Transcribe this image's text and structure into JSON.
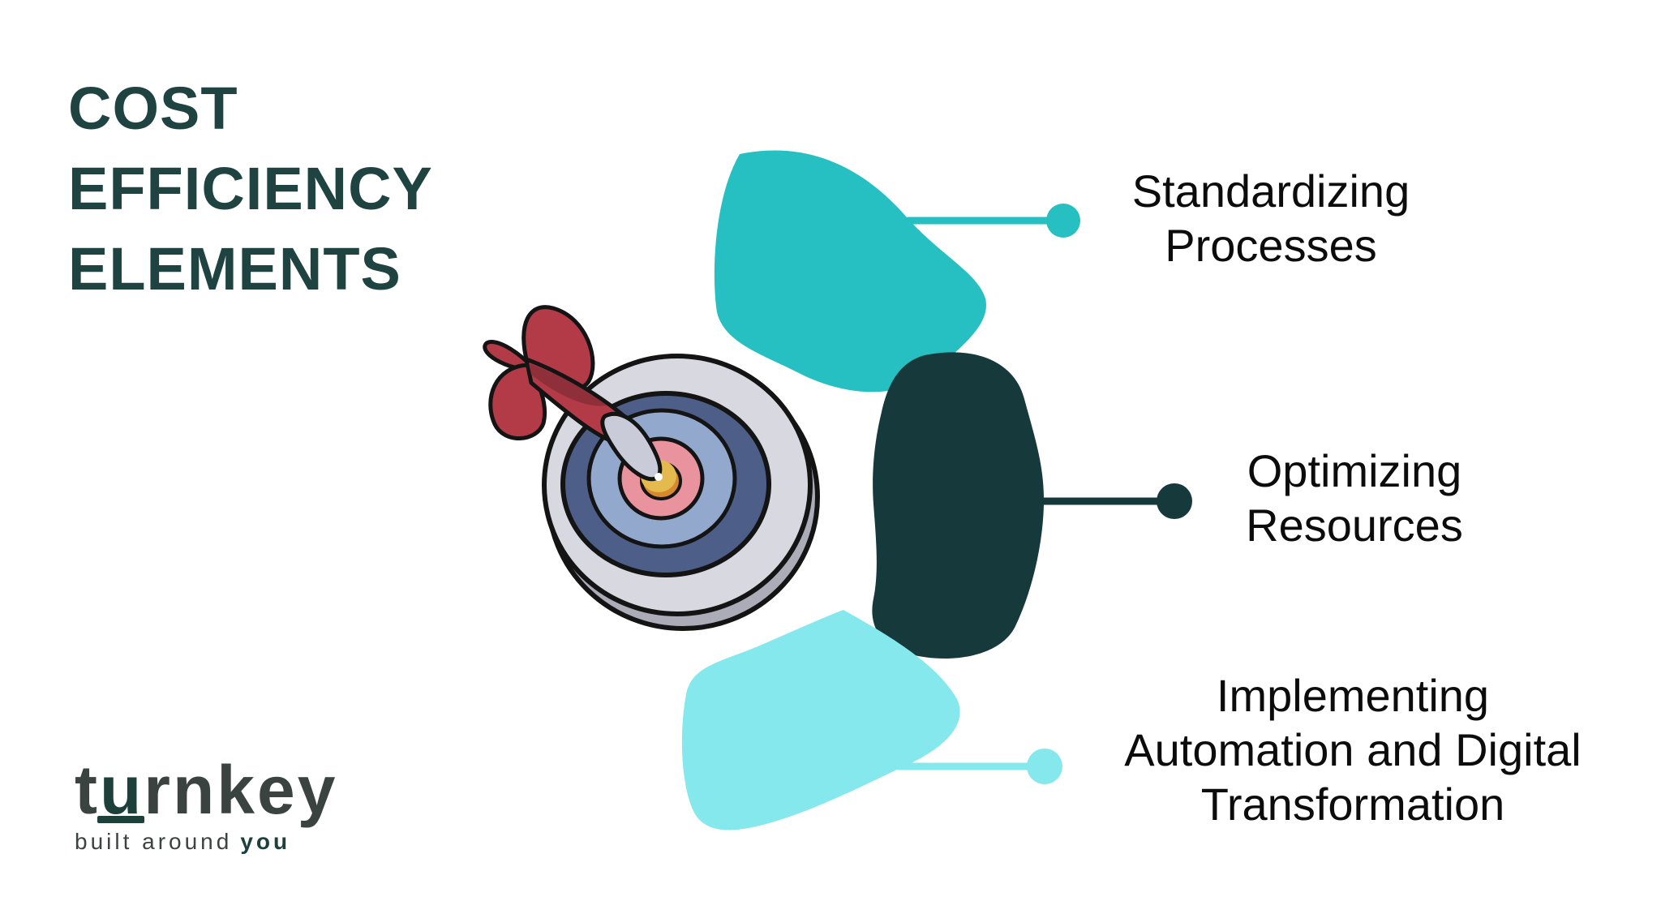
{
  "title": {
    "text": "COST EFFICIENCY ELEMENTS",
    "lines": [
      "COST",
      "EFFICIENCY",
      "ELEMENTS"
    ],
    "color": "#1f4341"
  },
  "items": [
    {
      "label": "Standardizing Processes",
      "lines": [
        "Standardizing",
        "Processes"
      ],
      "accent_color": "#26bfc2"
    },
    {
      "label": "Optimizing Resources",
      "lines": [
        "Optimizing",
        "Resources"
      ],
      "accent_color": "#16393b"
    },
    {
      "label": "Implementing Automation and Digital Transformation",
      "lines": [
        "Implementing",
        "Automation and Digital",
        "Transformation"
      ],
      "accent_color": "#84e8ec"
    }
  ],
  "illustration": {
    "name": "dart-hitting-bullseye-target",
    "colors": {
      "board_face": "#d8d8e0",
      "board_edge": "#acacb8",
      "ring_dark_blue": "#4d5f88",
      "ring_light_blue": "#93a8cd",
      "ring_pink": "#e9939e",
      "bullseye_yellow": "#e4ba4e",
      "bullseye_orange": "#d8892d",
      "dart_red": "#b23b47",
      "dart_red_shadow": "#8e2f3a",
      "dart_metal": "#c9cbd8",
      "outline": "#141414"
    }
  },
  "logo": {
    "brand": "turnkey",
    "brand_parts": [
      "t",
      "u",
      "rnkey"
    ],
    "tagline_prefix": "built around",
    "tagline_emphasis": "you",
    "charcoal": "#3b4340",
    "teal": "#1d403a"
  },
  "background": "#ffffff"
}
